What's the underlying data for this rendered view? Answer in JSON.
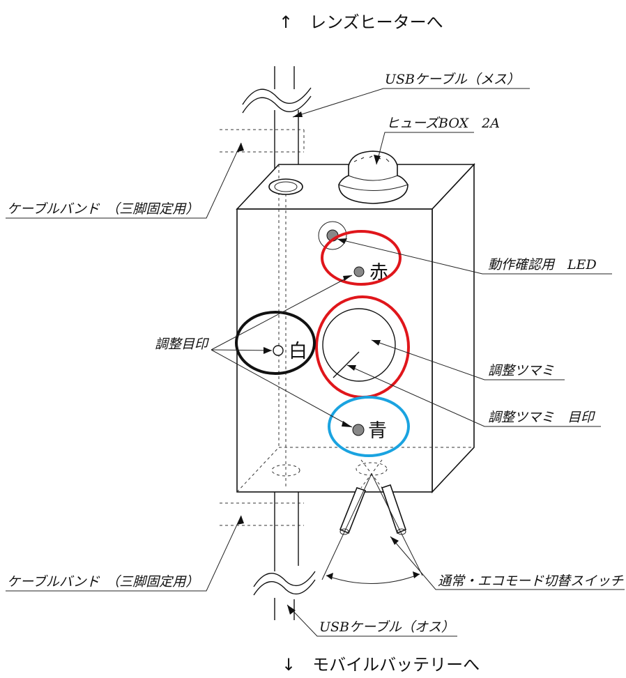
{
  "directions": {
    "top": "↑　レンズヒーターへ",
    "bottom": "↓　モバイルバッテリーへ"
  },
  "labels": {
    "usb_female": "USBケーブル（メス）",
    "fuse_box": "ヒューズBOX　2A",
    "cable_band_top": "ケーブルバンド　（三脚固定用）",
    "cable_band_bottom": "ケーブルバンド　（三脚固定用）",
    "led": "動作確認用　LED",
    "adjust_marks": "調整目印",
    "adjust_knob": "調整ツマミ",
    "adjust_knob_mark": "調整ツマミ　目印",
    "mode_switch": "通常・エコモード切替スイッチ",
    "usb_male": "USBケーブル（オス）"
  },
  "marks": {
    "red": "赤",
    "white": "白",
    "blue": "青"
  },
  "colors": {
    "red_circle": "#e0161b",
    "black_circle": "#111111",
    "blue_circle": "#1aa3e0"
  }
}
